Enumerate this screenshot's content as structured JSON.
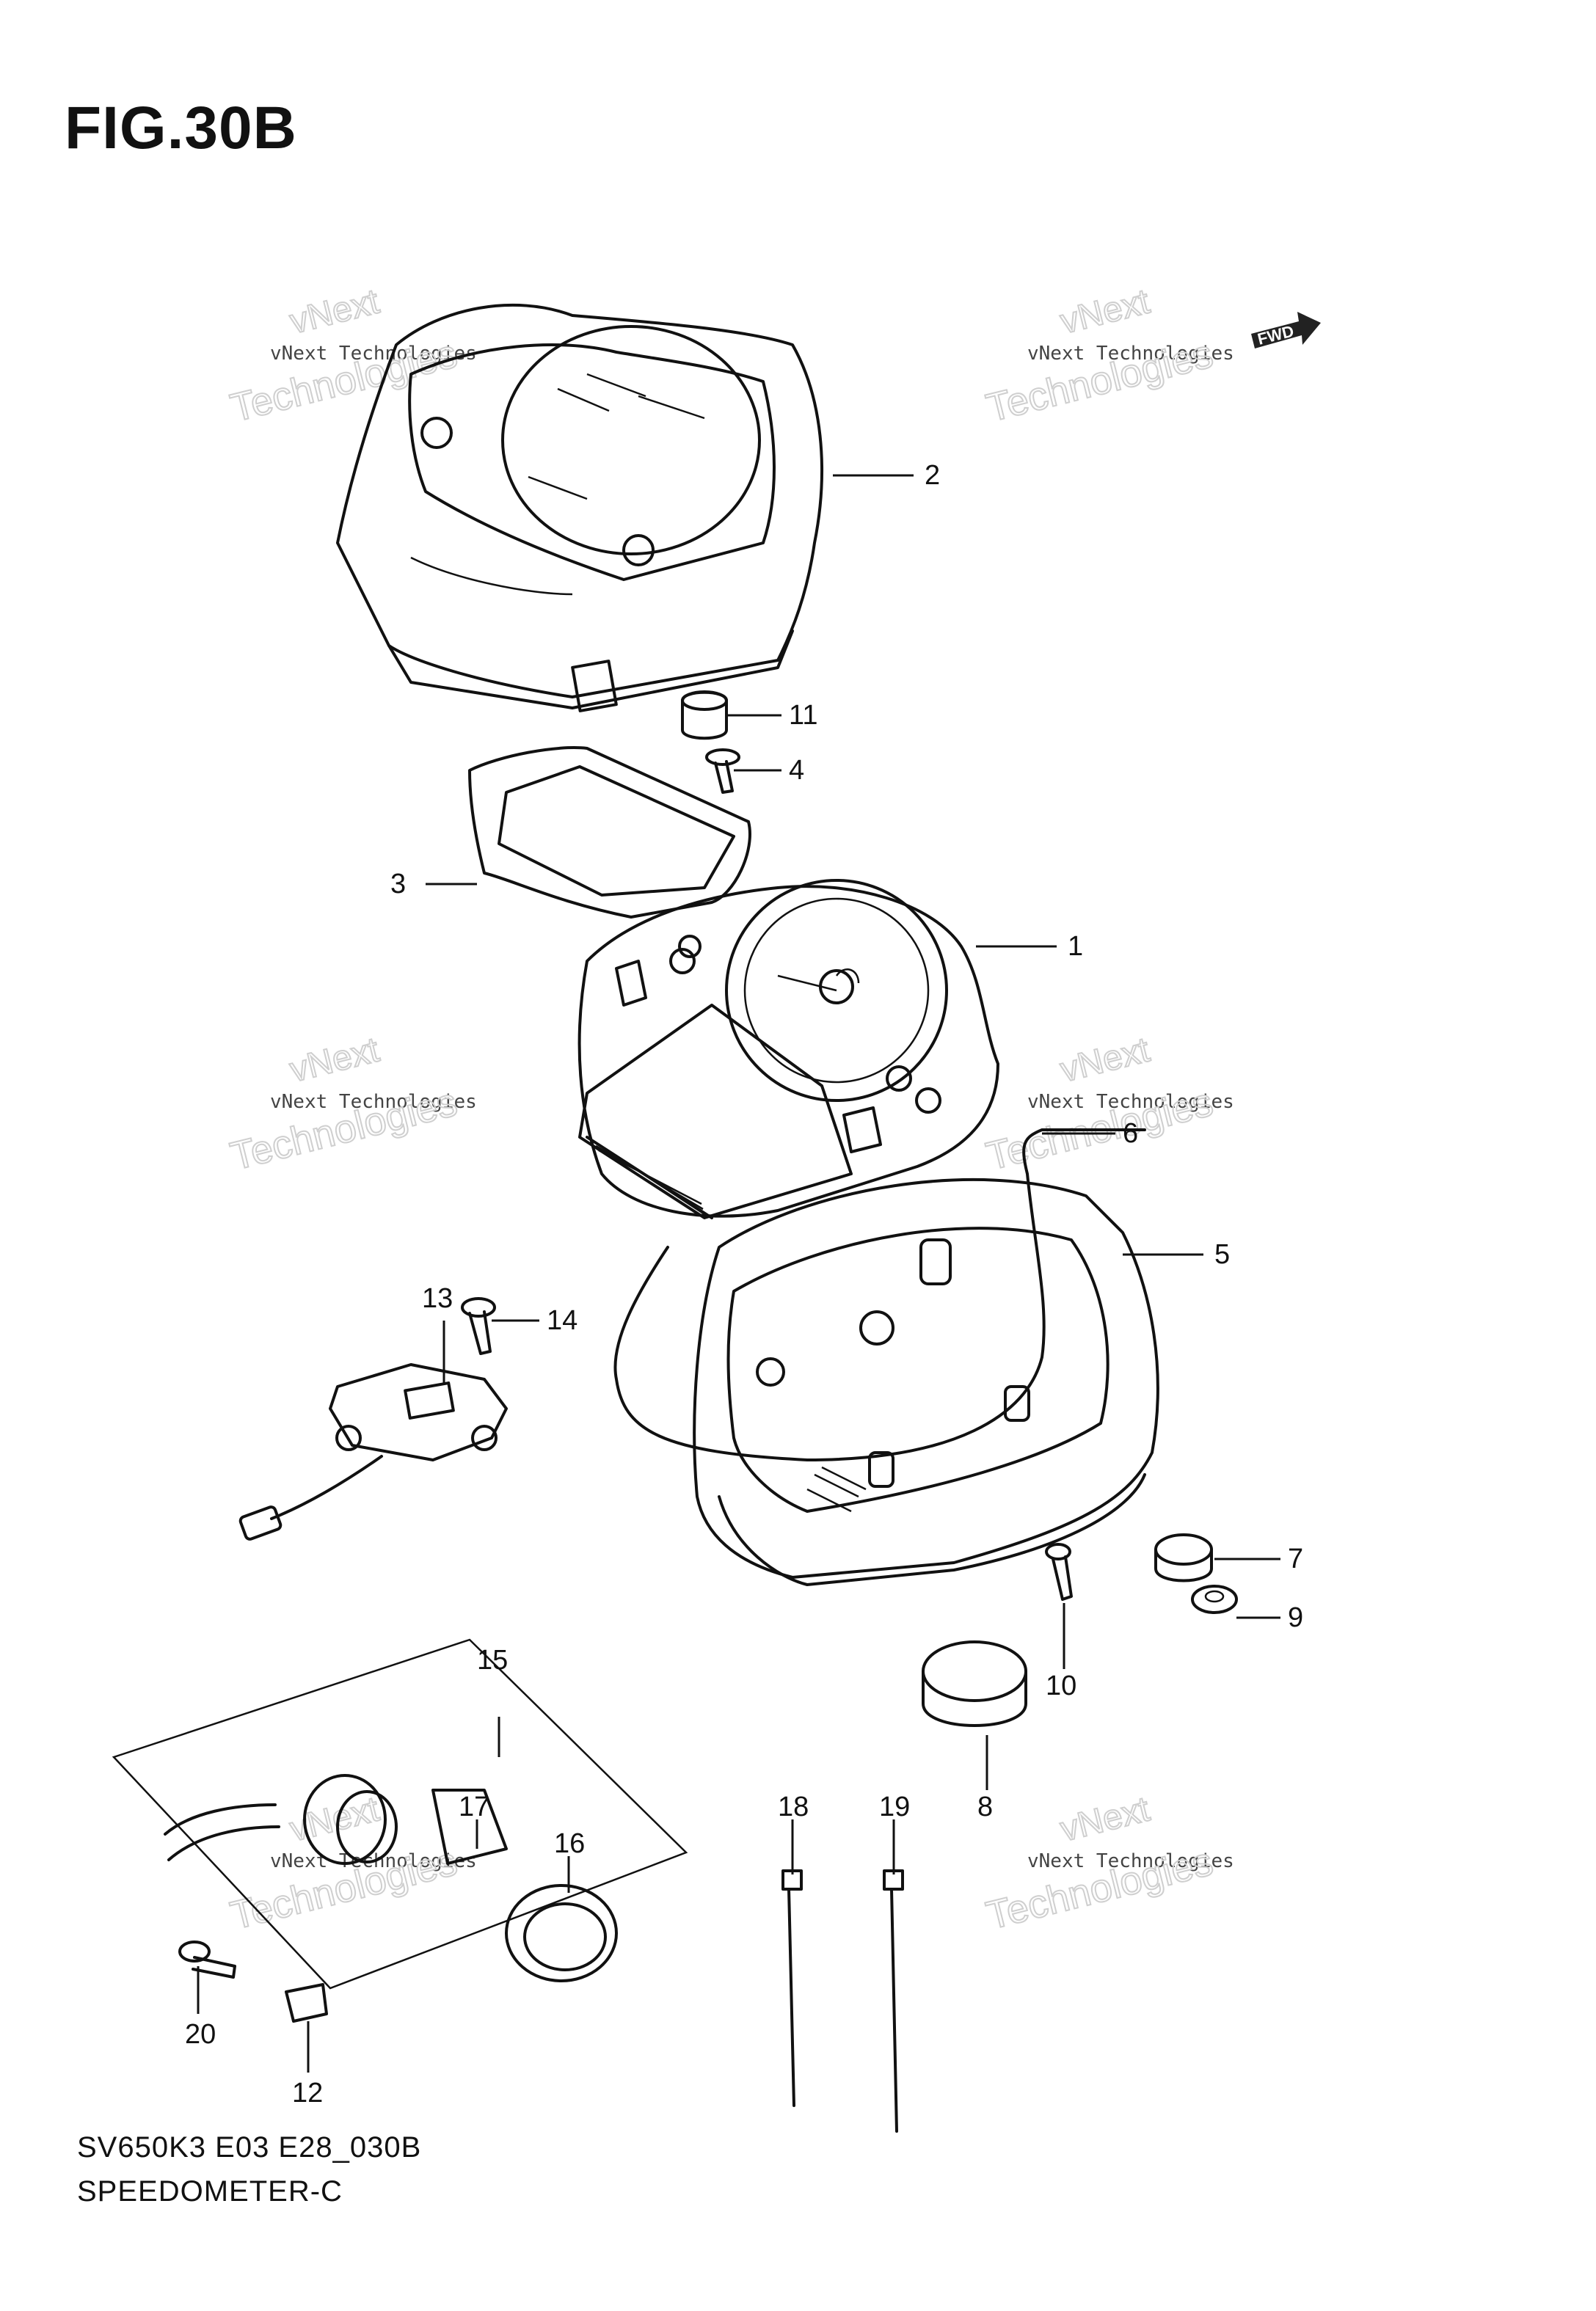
{
  "figure": {
    "title": "FIG.30B",
    "model_code": "SV650K3 E03 E28_030B",
    "part_group": "SPEEDOMETER-C",
    "direction_badge": "FWD"
  },
  "watermark": {
    "line1": "vNext Technologies",
    "big_top": "vNext",
    "big_bottom": "Technologies"
  },
  "callouts": {
    "c1": "1",
    "c2": "2",
    "c3": "3",
    "c4": "4",
    "c5": "5",
    "c6": "6",
    "c7": "7",
    "c8": "8",
    "c9": "9",
    "c10": "10",
    "c11": "11",
    "c12": "12",
    "c13": "13",
    "c14": "14",
    "c15": "15",
    "c16": "16",
    "c17": "17",
    "c18": "18",
    "c19": "19",
    "c20": "20"
  },
  "icons": {
    "direction": "fwd-arrow-icon"
  }
}
